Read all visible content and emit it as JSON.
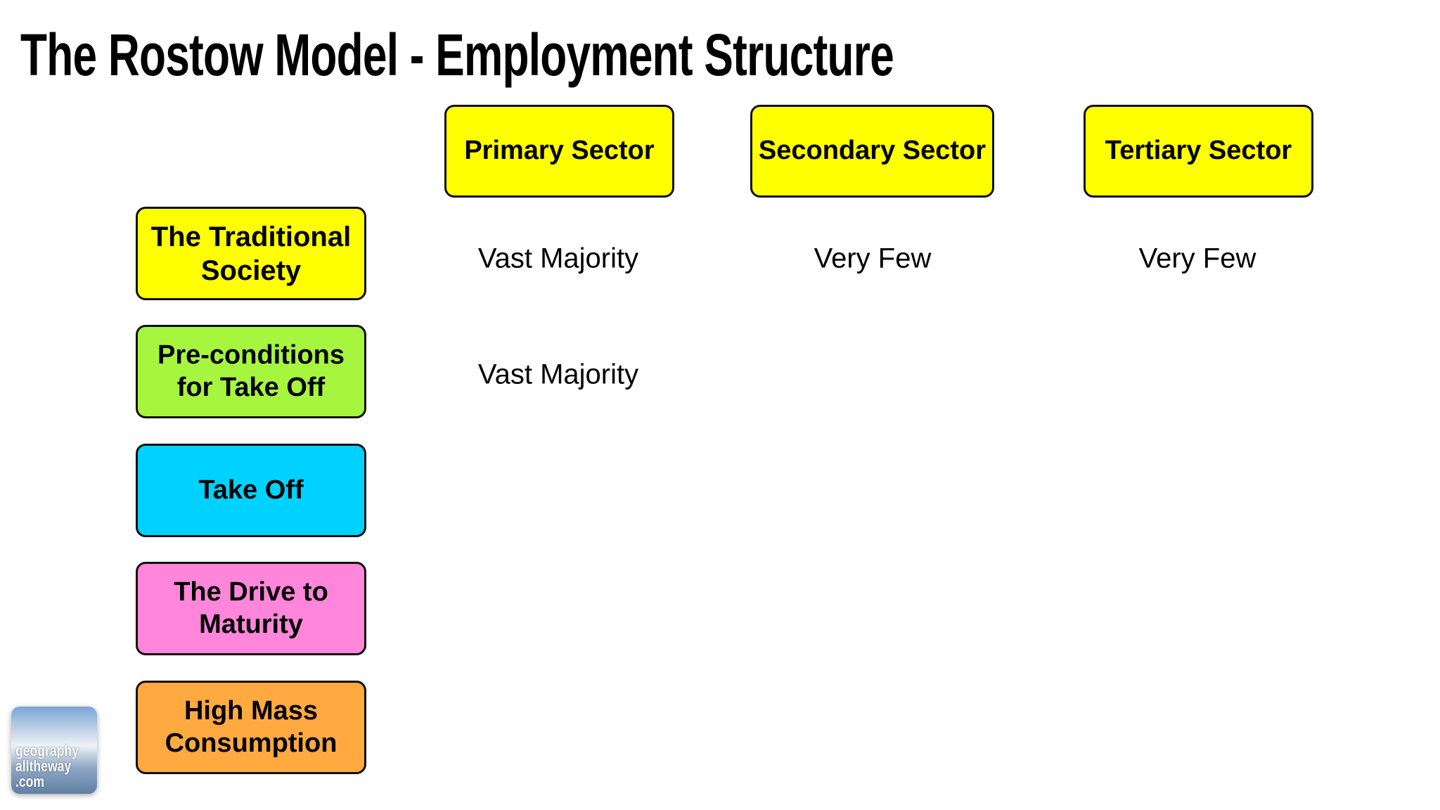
{
  "title": "The Rostow Model - Employment Structure",
  "sectors": [
    {
      "label": "Primary Sector",
      "color": "#ffff00"
    },
    {
      "label": "Secondary Sector",
      "color": "#ffff00"
    },
    {
      "label": "Tertiary Sector",
      "color": "#ffff00"
    }
  ],
  "stages": [
    {
      "label": "The Traditional\nSociety",
      "color": "#ffff00"
    },
    {
      "label": "Pre-conditions\nfor Take Off",
      "color": "#a6f53f"
    },
    {
      "label": "Take Off",
      "color": "#00d2ff"
    },
    {
      "label": "The Drive to\nMaturity",
      "color": "#ff86da"
    },
    {
      "label": "High Mass\nConsumption",
      "color": "#ffaa40"
    }
  ],
  "cells": {
    "row1": {
      "primary": "Vast Majority",
      "secondary": "Very Few",
      "tertiary": "Very Few"
    },
    "row2": {
      "primary": "Vast Majority"
    }
  },
  "logo": {
    "text": "geography\nalltheway\n.com"
  }
}
